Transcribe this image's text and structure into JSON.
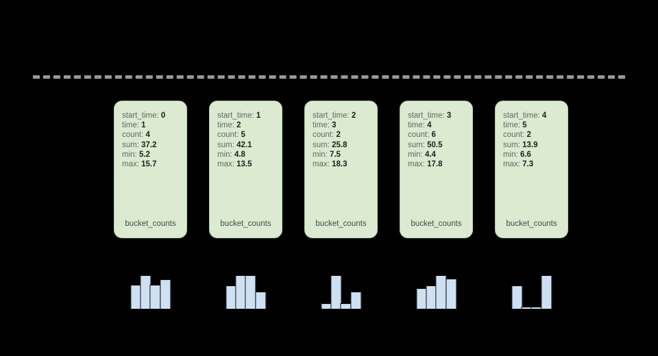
{
  "theme": {
    "background": "#000000",
    "card_fill": "#dbead0",
    "card_stroke": "#b9cfae",
    "bar_fill": "#cfe0f3",
    "bar_stroke": "#0d0d0d",
    "divider_color": "#999999",
    "label_color": "#666666",
    "value_color": "#1f1f1f"
  },
  "divider": {
    "style": "dashed"
  },
  "chart_data": {
    "type": "bar",
    "title": "",
    "xlabel": "",
    "ylabel": "",
    "series": [
      {
        "name": "bucket_counts (start_time 0)",
        "values": [
          0.72,
          1.0,
          0.72,
          0.87
        ]
      },
      {
        "name": "bucket_counts (start_time 1)",
        "values": [
          0.7,
          1.0,
          1.0,
          0.52
        ]
      },
      {
        "name": "bucket_counts (start_time 2)",
        "values": [
          0.18,
          1.0,
          0.18,
          0.52
        ]
      },
      {
        "name": "bucket_counts (start_time 3)",
        "values": [
          0.62,
          0.7,
          1.0,
          0.9
        ]
      },
      {
        "name": "bucket_counts (start_time 4)",
        "values": [
          0.7,
          0.07,
          0.07,
          1.0
        ]
      }
    ]
  },
  "cards": [
    {
      "histogram_label": "bucket_counts",
      "fields": [
        {
          "label": "start_time:",
          "value": "0"
        },
        {
          "label": "time:",
          "value": "1"
        },
        {
          "label": "count:",
          "value": "4"
        },
        {
          "label": "sum:",
          "value": "37.2"
        },
        {
          "label": "min:",
          "value": "5.2"
        },
        {
          "label": "max:",
          "value": "15.7"
        }
      ],
      "bars": [
        0.72,
        1.0,
        0.72,
        0.87
      ]
    },
    {
      "histogram_label": "bucket_counts",
      "fields": [
        {
          "label": "start_time:",
          "value": "1"
        },
        {
          "label": "time:",
          "value": "2"
        },
        {
          "label": "count:",
          "value": "5"
        },
        {
          "label": "sum:",
          "value": "42.1"
        },
        {
          "label": "min:",
          "value": "4.8"
        },
        {
          "label": "max:",
          "value": "13.5"
        }
      ],
      "bars": [
        0.7,
        1.0,
        1.0,
        0.52
      ]
    },
    {
      "histogram_label": "bucket_counts",
      "fields": [
        {
          "label": "start_time:",
          "value": "2"
        },
        {
          "label": "time:",
          "value": "3"
        },
        {
          "label": "count:",
          "value": "2"
        },
        {
          "label": "sum:",
          "value": "25.8"
        },
        {
          "label": "min:",
          "value": "7.5"
        },
        {
          "label": "max:",
          "value": "18.3"
        }
      ],
      "bars": [
        0.18,
        1.0,
        0.18,
        0.52
      ]
    },
    {
      "histogram_label": "bucket_counts",
      "fields": [
        {
          "label": "start_time:",
          "value": "3"
        },
        {
          "label": "time:",
          "value": "4"
        },
        {
          "label": "count:",
          "value": "6"
        },
        {
          "label": "sum:",
          "value": "50.5"
        },
        {
          "label": "min:",
          "value": "4.4"
        },
        {
          "label": "max:",
          "value": "17.8"
        }
      ],
      "bars": [
        0.62,
        0.7,
        1.0,
        0.9
      ]
    },
    {
      "histogram_label": "bucket_counts",
      "fields": [
        {
          "label": "start_time:",
          "value": "4"
        },
        {
          "label": "time:",
          "value": "5"
        },
        {
          "label": "count:",
          "value": "2"
        },
        {
          "label": "sum:",
          "value": "13.9"
        },
        {
          "label": "min:",
          "value": "6.6"
        },
        {
          "label": "max:",
          "value": "7.3"
        }
      ],
      "bars": [
        0.7,
        0.07,
        0.07,
        1.0
      ]
    }
  ]
}
